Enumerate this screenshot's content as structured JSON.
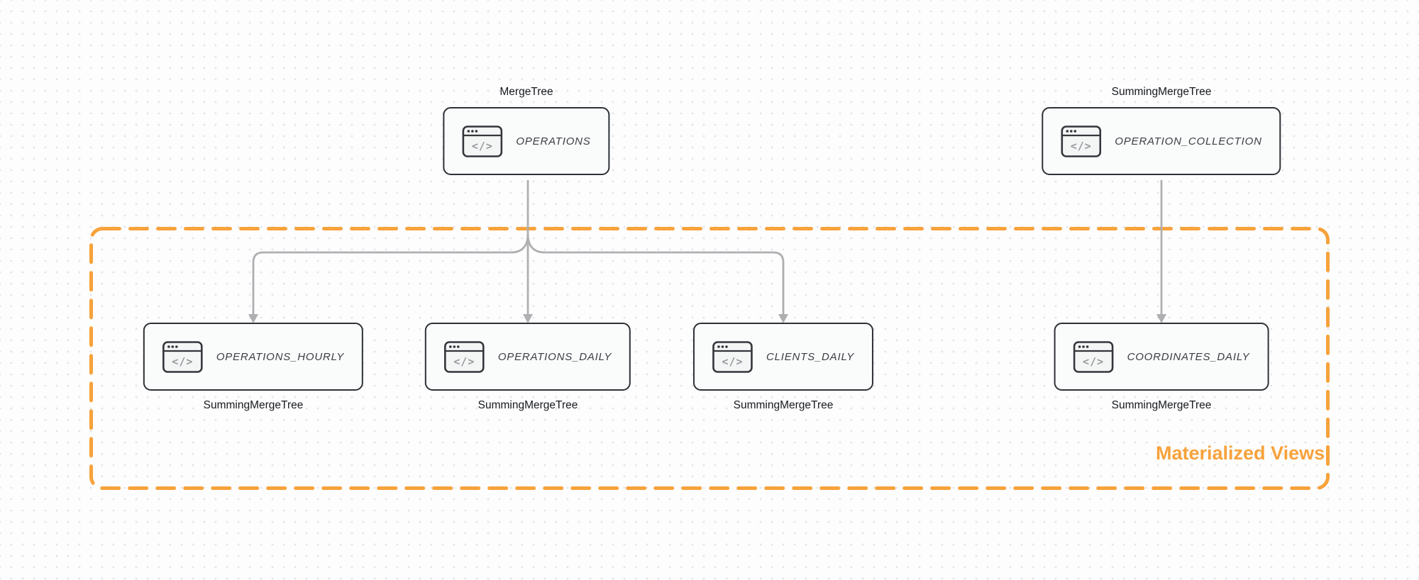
{
  "diagram": {
    "colors": {
      "accent_orange": "#F7A23B",
      "arrow_gray": "#AFAFB2",
      "node_border": "#2E3236",
      "node_fill": "#FAFBFB",
      "dot_grid": "#E3E4E8"
    }
  },
  "icon": {
    "name": "code-window-icon",
    "glyph": "</>"
  },
  "group": {
    "label": "Materialized Views"
  },
  "nodes": [
    {
      "id": "operations",
      "table": "OPERATIONS",
      "engine": "MergeTree",
      "engine_position": "above"
    },
    {
      "id": "operation_collection",
      "table": "OPERATION_COLLECTION",
      "engine": "SummingMergeTree",
      "engine_position": "above"
    },
    {
      "id": "operations_hourly",
      "table": "OPERATIONS_HOURLY",
      "engine": "SummingMergeTree",
      "engine_position": "below"
    },
    {
      "id": "operations_daily",
      "table": "OPERATIONS_DAILY",
      "engine": "SummingMergeTree",
      "engine_position": "below"
    },
    {
      "id": "clients_daily",
      "table": "CLIENTS_DAILY",
      "engine": "SummingMergeTree",
      "engine_position": "below"
    },
    {
      "id": "coordinates_daily",
      "table": "COORDINATES_DAILY",
      "engine": "SummingMergeTree",
      "engine_position": "below"
    }
  ],
  "edges": [
    {
      "from": "operations",
      "to": "operations_hourly"
    },
    {
      "from": "operations",
      "to": "operations_daily"
    },
    {
      "from": "operations",
      "to": "clients_daily"
    },
    {
      "from": "operation_collection",
      "to": "coordinates_daily"
    }
  ]
}
